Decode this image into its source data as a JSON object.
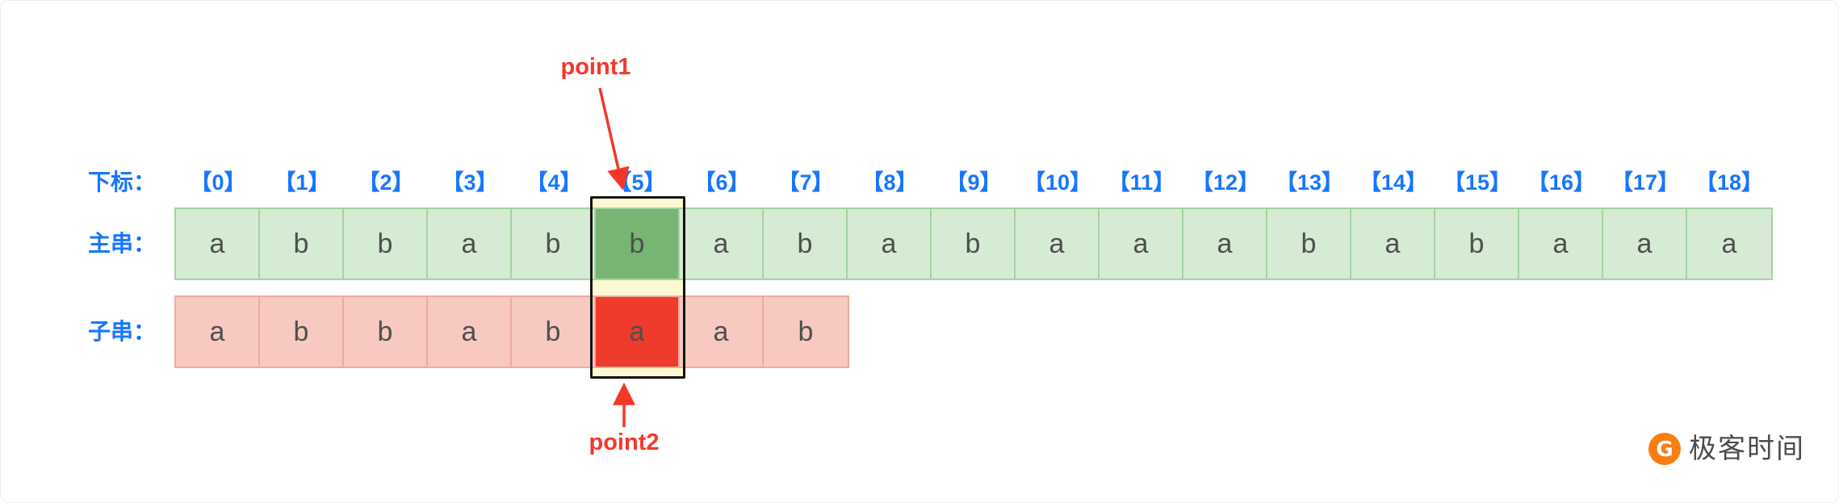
{
  "diagram": {
    "pointer_top": "point1",
    "pointer_bottom": "point2",
    "index_label": "下标：",
    "main_label": "主串：",
    "sub_label": "子串：",
    "indices": [
      "【0】",
      "【1】",
      "【2】",
      "【3】",
      "【4】",
      "【5】",
      "【6】",
      "【7】",
      "【8】",
      "【9】",
      "【10】",
      "【11】",
      "【12】",
      "【13】",
      "【14】",
      "【15】",
      "【16】",
      "【17】",
      "【18】"
    ],
    "main_string": [
      "a",
      "b",
      "b",
      "a",
      "b",
      "b",
      "a",
      "b",
      "a",
      "b",
      "a",
      "a",
      "a",
      "b",
      "a",
      "b",
      "a",
      "a",
      "a"
    ],
    "sub_string": [
      "a",
      "b",
      "b",
      "a",
      "b",
      "a",
      "a",
      "b"
    ],
    "highlight_index": 5
  },
  "logo": {
    "text": "极客时间"
  },
  "colors": {
    "index_blue": "#1677ff",
    "cell_text": "#4f4f4f",
    "main_bg": "#d5ebd3",
    "main_border": "#a6d3a4",
    "main_highlight": "#76b572",
    "sub_bg": "#f7c9c0",
    "sub_border": "#eeaa9d",
    "sub_highlight": "#ee3b2b",
    "pointer_red": "#f5372a",
    "gap_yellow": "#fcf8d3",
    "box_border": "#141414",
    "logo_orange": "#f97d13",
    "logo_text": "#4c4c4c"
  }
}
